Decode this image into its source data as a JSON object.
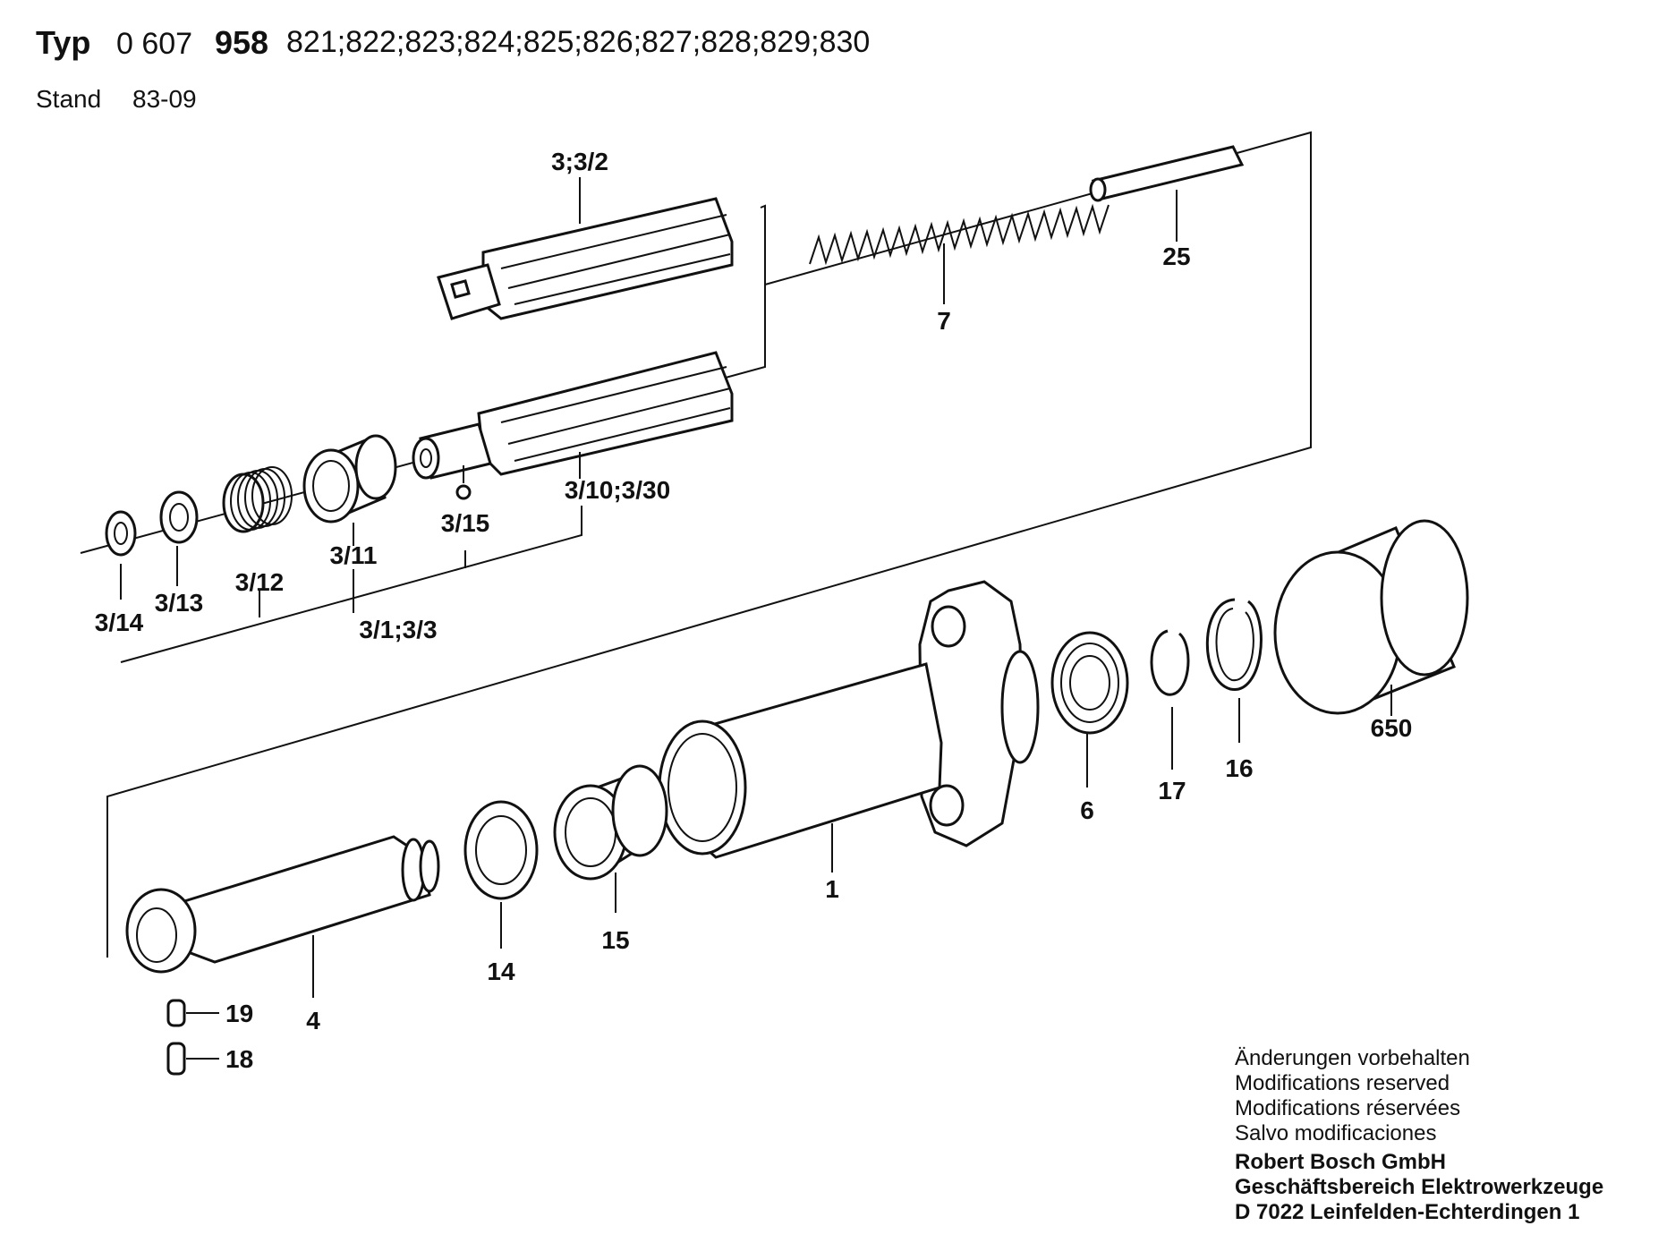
{
  "header": {
    "typ_label": "Typ",
    "part_prefix": "0 607",
    "part_bold": "958",
    "variants": "821;822;823;824;825;826;827;828;829;830",
    "stand_label": "Stand",
    "stand_value": "83-09"
  },
  "callouts": {
    "c_3_3_2": "3;3/2",
    "c_25": "25",
    "c_7": "7",
    "c_3_10_3_30": "3/10;3/30",
    "c_3_15": "3/15",
    "c_3_11": "3/11",
    "c_3_12": "3/12",
    "c_3_13": "3/13",
    "c_3_14": "3/14",
    "c_3_1_3_3": "3/1;3/3",
    "c_650": "650",
    "c_16": "16",
    "c_17": "17",
    "c_6": "6",
    "c_1": "1",
    "c_15": "15",
    "c_14": "14",
    "c_4": "4",
    "c_19": "19",
    "c_18": "18"
  },
  "footer": {
    "lines": [
      "Änderungen vorbehalten",
      "Modifications reserved",
      "Modifications réservées",
      "Salvo modificaciones"
    ],
    "company": [
      "Robert Bosch GmbH",
      "Geschäftsbereich Elektrowerkzeuge",
      "D 7022 Leinfelden-Echterdingen 1"
    ]
  }
}
